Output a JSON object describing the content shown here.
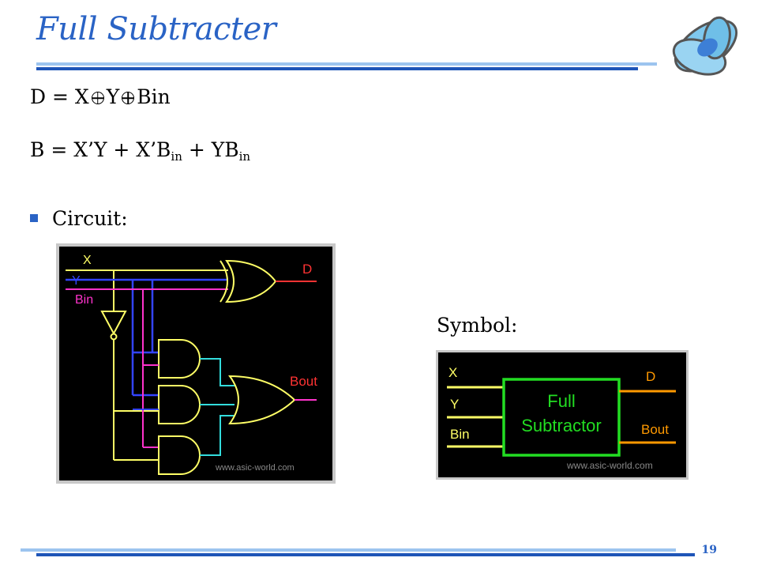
{
  "slide": {
    "title": "Full Subtracter",
    "page_number": "19"
  },
  "equations": {
    "d_prefix": "D = X",
    "d_y": "Y",
    "d_bin": "Bin",
    "b_main": "B = X’Y + X’B",
    "b_sub1": "in",
    "b_plus": " + YB",
    "b_sub2": "in"
  },
  "bullets": [
    "Circuit:"
  ],
  "symbol_label": "Symbol:",
  "circuit": {
    "label_x": "X",
    "label_y": "Y",
    "label_bin": "Bin",
    "label_d": "D",
    "label_bout": "Bout",
    "watermark": "www.asic-world.com"
  },
  "symbol": {
    "label_x": "X",
    "label_y": "Y",
    "label_bin": "Bin",
    "label_d": "D",
    "label_bout": "Bout",
    "block_line1": "Full",
    "block_line2": "Subtractor",
    "watermark": "www.asic-world.com"
  },
  "colors": {
    "title": "#2a63c5",
    "x_wire": "#ffff66",
    "y_wire": "#3344ff",
    "bin_wire": "#ff33cc",
    "output_wire": "#ff3333",
    "and_out": "#33dddd",
    "symbol_block": "#22dd22",
    "symbol_output": "#ff9900"
  }
}
